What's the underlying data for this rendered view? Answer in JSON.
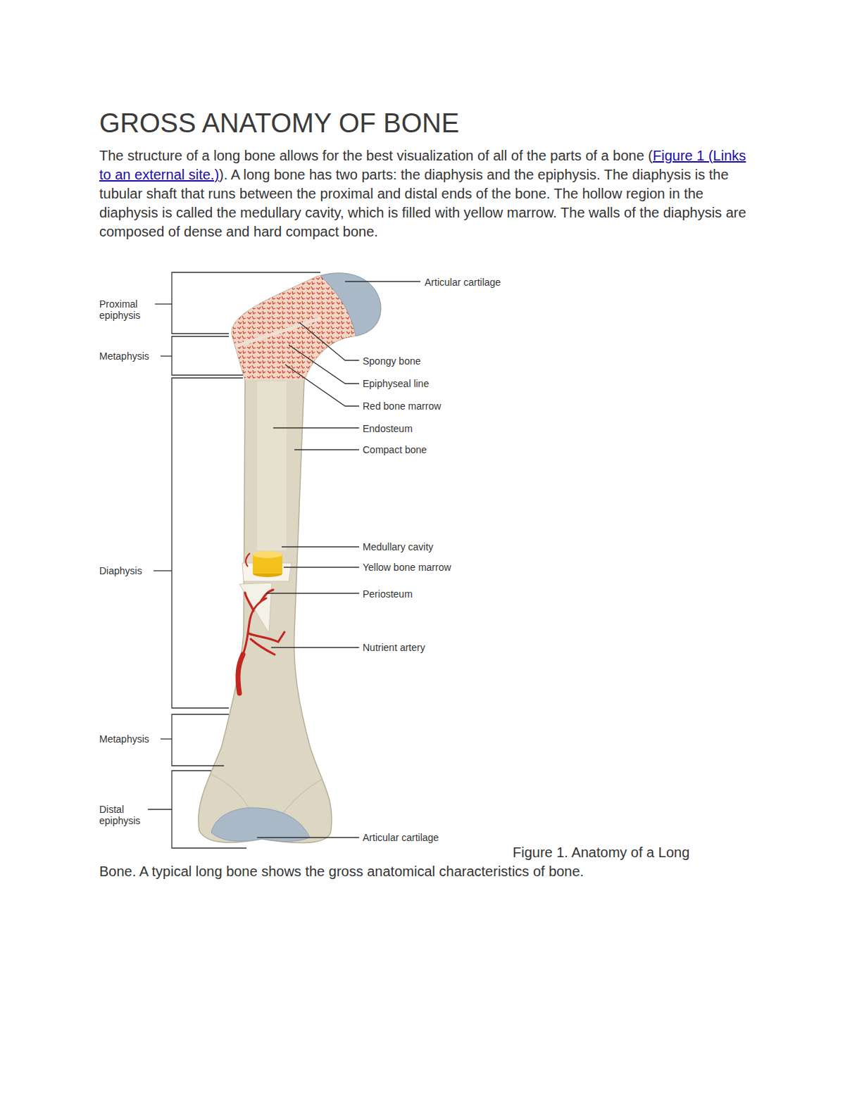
{
  "diagram": {
    "title": "GROSS ANATOMY OF BONE",
    "caption": "Figure 1. Anatomy of a Long Bone. A typical long bone shows the gross anatomical characteristics of bone.",
    "labels": [
      "The structure of a long bone allows for the best visualization of all of the parts of a bone (",
      "Figure 1 (Links to an external site.)",
      "). A long bone has two parts: the diaphysis and the epiphysis. The diaphysis is the tubular shaft that runs between the proximal and distal ends of the bone. The hollow region in the diaphysis is called the medullary cavity, which is filled with yellow marrow. The walls of the diaphysis are composed of dense and hard compact bone.",
      "Proximal epiphysis",
      "Metaphysis",
      "Diaphysis",
      "Metaphysis",
      "Distal epiphysis",
      "Articular cartilage",
      "Spongy bone",
      "Epiphyseal line",
      "Red bone marrow",
      "Endosteum",
      "Compact bone",
      "Medullary cavity",
      "Yellow bone marrow",
      "Periosteum",
      "Nutrient artery",
      "Articular cartilage"
    ]
  }
}
